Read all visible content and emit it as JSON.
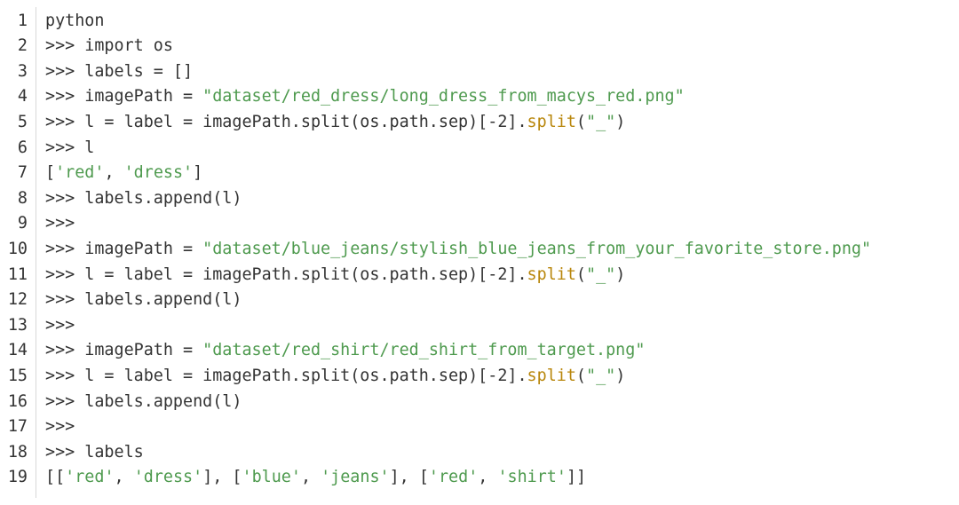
{
  "colors": {
    "text": "#333333",
    "string": "#4e9a4e",
    "method": "#b8860b",
    "gutter_rule": "#d8d8d8",
    "background": "#ffffff"
  },
  "code": {
    "language_label": "python",
    "lines": [
      {
        "number": "1",
        "tokens": [
          {
            "t": "python",
            "k": "plain"
          }
        ]
      },
      {
        "number": "2",
        "tokens": [
          {
            "t": ">>> import os",
            "k": "plain"
          }
        ]
      },
      {
        "number": "3",
        "tokens": [
          {
            "t": ">>> labels = []",
            "k": "plain"
          }
        ]
      },
      {
        "number": "4",
        "tokens": [
          {
            "t": ">>> imagePath = ",
            "k": "plain"
          },
          {
            "t": "\"dataset/red_dress/long_dress_from_macys_red.png\"",
            "k": "str"
          }
        ]
      },
      {
        "number": "5",
        "tokens": [
          {
            "t": ">>> l = label = imagePath.split(os.path.sep)[-2].",
            "k": "plain"
          },
          {
            "t": "split",
            "k": "fn"
          },
          {
            "t": "(",
            "k": "plain"
          },
          {
            "t": "\"_\"",
            "k": "str"
          },
          {
            "t": ")",
            "k": "plain"
          }
        ]
      },
      {
        "number": "6",
        "tokens": [
          {
            "t": ">>> l",
            "k": "plain"
          }
        ]
      },
      {
        "number": "7",
        "tokens": [
          {
            "t": "[",
            "k": "plain"
          },
          {
            "t": "'red'",
            "k": "str"
          },
          {
            "t": ", ",
            "k": "plain"
          },
          {
            "t": "'dress'",
            "k": "str"
          },
          {
            "t": "]",
            "k": "plain"
          }
        ]
      },
      {
        "number": "8",
        "tokens": [
          {
            "t": ">>> labels.append(l)",
            "k": "plain"
          }
        ]
      },
      {
        "number": "9",
        "tokens": [
          {
            "t": ">>>",
            "k": "plain"
          }
        ]
      },
      {
        "number": "10",
        "tokens": [
          {
            "t": ">>> imagePath = ",
            "k": "plain"
          },
          {
            "t": "\"dataset/blue_jeans/stylish_blue_jeans_from_your_favorite_store.png\"",
            "k": "str"
          }
        ]
      },
      {
        "number": "11",
        "tokens": [
          {
            "t": ">>> l = label = imagePath.split(os.path.sep)[-2].",
            "k": "plain"
          },
          {
            "t": "split",
            "k": "fn"
          },
          {
            "t": "(",
            "k": "plain"
          },
          {
            "t": "\"_\"",
            "k": "str"
          },
          {
            "t": ")",
            "k": "plain"
          }
        ]
      },
      {
        "number": "12",
        "tokens": [
          {
            "t": ">>> labels.append(l)",
            "k": "plain"
          }
        ]
      },
      {
        "number": "13",
        "tokens": [
          {
            "t": ">>>",
            "k": "plain"
          }
        ]
      },
      {
        "number": "14",
        "tokens": [
          {
            "t": ">>> imagePath = ",
            "k": "plain"
          },
          {
            "t": "\"dataset/red_shirt/red_shirt_from_target.png\"",
            "k": "str"
          }
        ]
      },
      {
        "number": "15",
        "tokens": [
          {
            "t": ">>> l = label = imagePath.split(os.path.sep)[-2].",
            "k": "plain"
          },
          {
            "t": "split",
            "k": "fn"
          },
          {
            "t": "(",
            "k": "plain"
          },
          {
            "t": "\"_\"",
            "k": "str"
          },
          {
            "t": ")",
            "k": "plain"
          }
        ]
      },
      {
        "number": "16",
        "tokens": [
          {
            "t": ">>> labels.append(l)",
            "k": "plain"
          }
        ]
      },
      {
        "number": "17",
        "tokens": [
          {
            "t": ">>>",
            "k": "plain"
          }
        ]
      },
      {
        "number": "18",
        "tokens": [
          {
            "t": ">>> labels",
            "k": "plain"
          }
        ]
      },
      {
        "number": "19",
        "tokens": [
          {
            "t": "[[",
            "k": "plain"
          },
          {
            "t": "'red'",
            "k": "str"
          },
          {
            "t": ", ",
            "k": "plain"
          },
          {
            "t": "'dress'",
            "k": "str"
          },
          {
            "t": "], [",
            "k": "plain"
          },
          {
            "t": "'blue'",
            "k": "str"
          },
          {
            "t": ", ",
            "k": "plain"
          },
          {
            "t": "'jeans'",
            "k": "str"
          },
          {
            "t": "], [",
            "k": "plain"
          },
          {
            "t": "'red'",
            "k": "str"
          },
          {
            "t": ", ",
            "k": "plain"
          },
          {
            "t": "'shirt'",
            "k": "str"
          },
          {
            "t": "]]",
            "k": "plain"
          }
        ]
      }
    ]
  }
}
